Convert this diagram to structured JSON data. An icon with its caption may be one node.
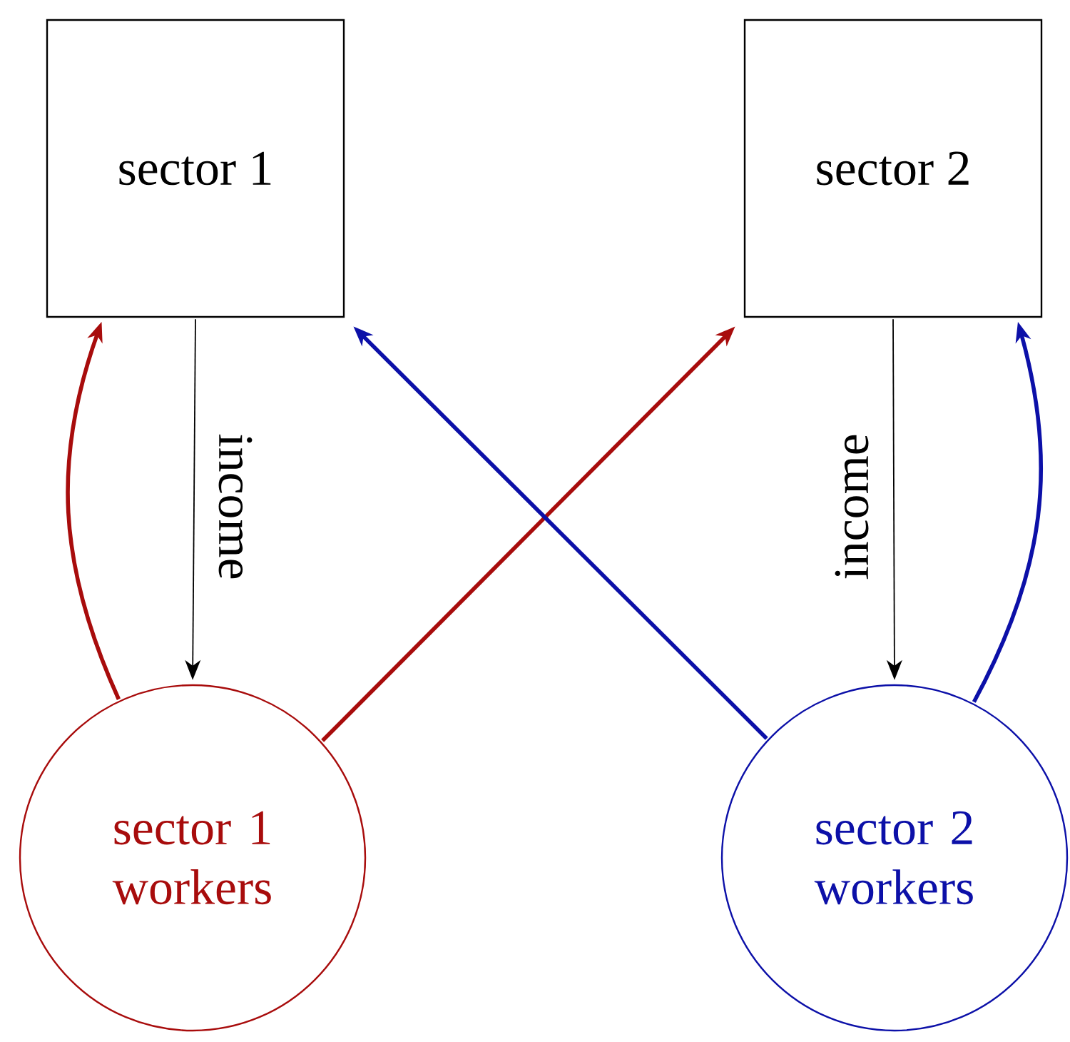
{
  "diagram": {
    "nodes": [
      {
        "text": [
          "sector 1"
        ]
      },
      {
        "text": [
          "sector 2"
        ]
      },
      {
        "text": [
          "sector 1 workers"
        ]
      },
      {
        "text": [
          "sector 2 workers"
        ]
      }
    ],
    "edges": [
      {
        "from": 0,
        "to": 2,
        "arrow": "to",
        "label": "income"
      },
      {
        "from": 1,
        "to": 3,
        "arrow": "to",
        "label": "income"
      },
      {
        "from": 2,
        "to": 0,
        "arrow": "to",
        "color": "#a80c0c"
      },
      {
        "from": 2,
        "to": 1,
        "arrow": "to",
        "color": "#a80c0c"
      },
      {
        "from": 3,
        "to": 0,
        "arrow": "to",
        "color": "#0c10a8"
      },
      {
        "from": 3,
        "to": 1,
        "arrow": "to",
        "color": "#0c10a8"
      }
    ]
  }
}
